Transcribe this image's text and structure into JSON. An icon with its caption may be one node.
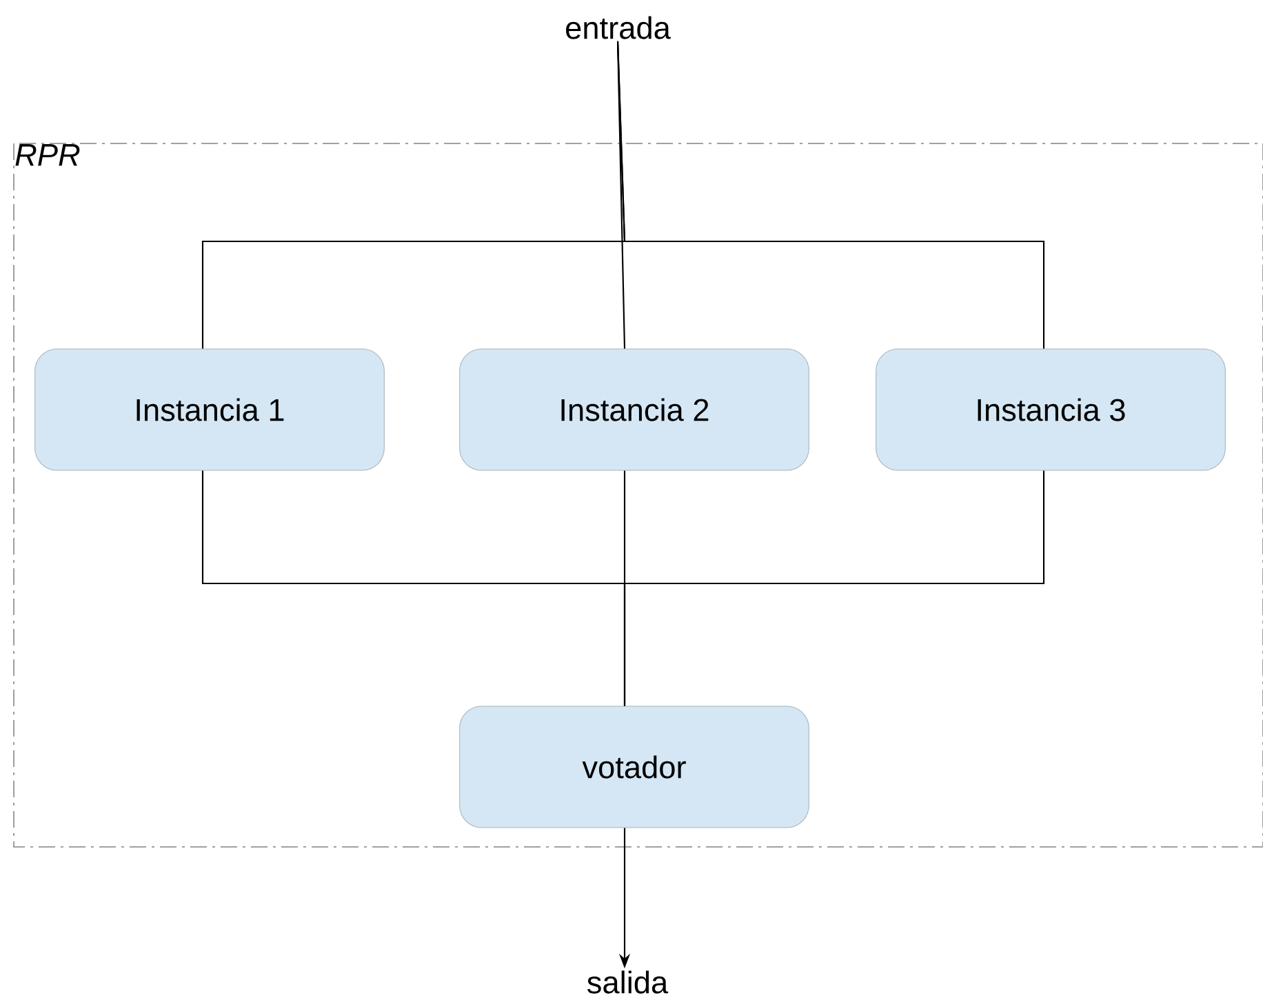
{
  "diagram": {
    "nodes": [
      {
        "text": [
          "RPR"
        ]
      },
      {
        "text": [
          "entrada"
        ]
      },
      {
        "text": [
          "Instancia 1"
        ],
        "in": 0
      },
      {
        "text": [
          "Instancia 2"
        ],
        "in": 0
      },
      {
        "text": [
          "Instancia 3"
        ],
        "in": 0
      },
      {
        "text": [
          "votador"
        ],
        "in": 0
      },
      {
        "text": [
          "salida"
        ]
      }
    ],
    "edges": [
      {
        "from": 1,
        "to": 2,
        "arrow": "none"
      },
      {
        "from": 1,
        "to": 3,
        "arrow": "none"
      },
      {
        "from": 1,
        "to": 4,
        "arrow": "none"
      },
      {
        "from": 2,
        "to": 5,
        "arrow": "none"
      },
      {
        "from": 3,
        "to": 5,
        "arrow": "none"
      },
      {
        "from": 4,
        "to": 5,
        "arrow": "none"
      },
      {
        "from": 5,
        "to": 6,
        "arrow": "to"
      }
    ]
  }
}
